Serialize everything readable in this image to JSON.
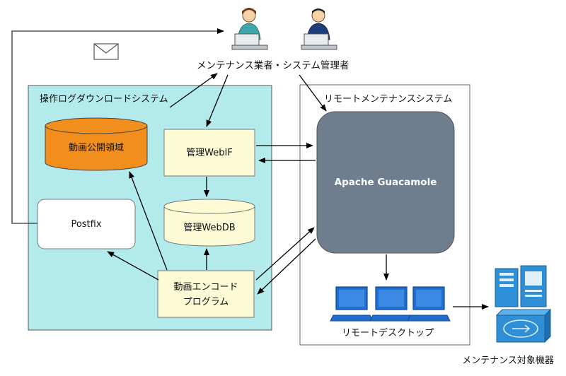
{
  "people_label": "メンテナンス業者・システム管理者",
  "left_system": {
    "title": "操作ログダウンロードシステム",
    "public_area": "動画公開領域",
    "admin_webif": "管理WebIF",
    "admin_webdb": "管理WebDB",
    "postfix": "Postfix",
    "encoder_line1": "動画エンコード",
    "encoder_line2": "プログラム"
  },
  "right_system": {
    "title": "リモートメンテナンスシステム",
    "guacamole": "Apache Guacamole",
    "remote_desktop": "リモートデスクトップ"
  },
  "target_devices": "メンテナンス対象機器",
  "colors": {
    "left_bg": "#b3eaec",
    "orange": "#f28e1c",
    "cream": "#fdfbd5",
    "guac": "#6f7e8e",
    "monitor": "#1f6fd1",
    "device": "#2f8fd6"
  },
  "icons": [
    "envelope-icon",
    "person-icon",
    "computer-monitor-icon",
    "server-icon",
    "network-switch-icon"
  ]
}
